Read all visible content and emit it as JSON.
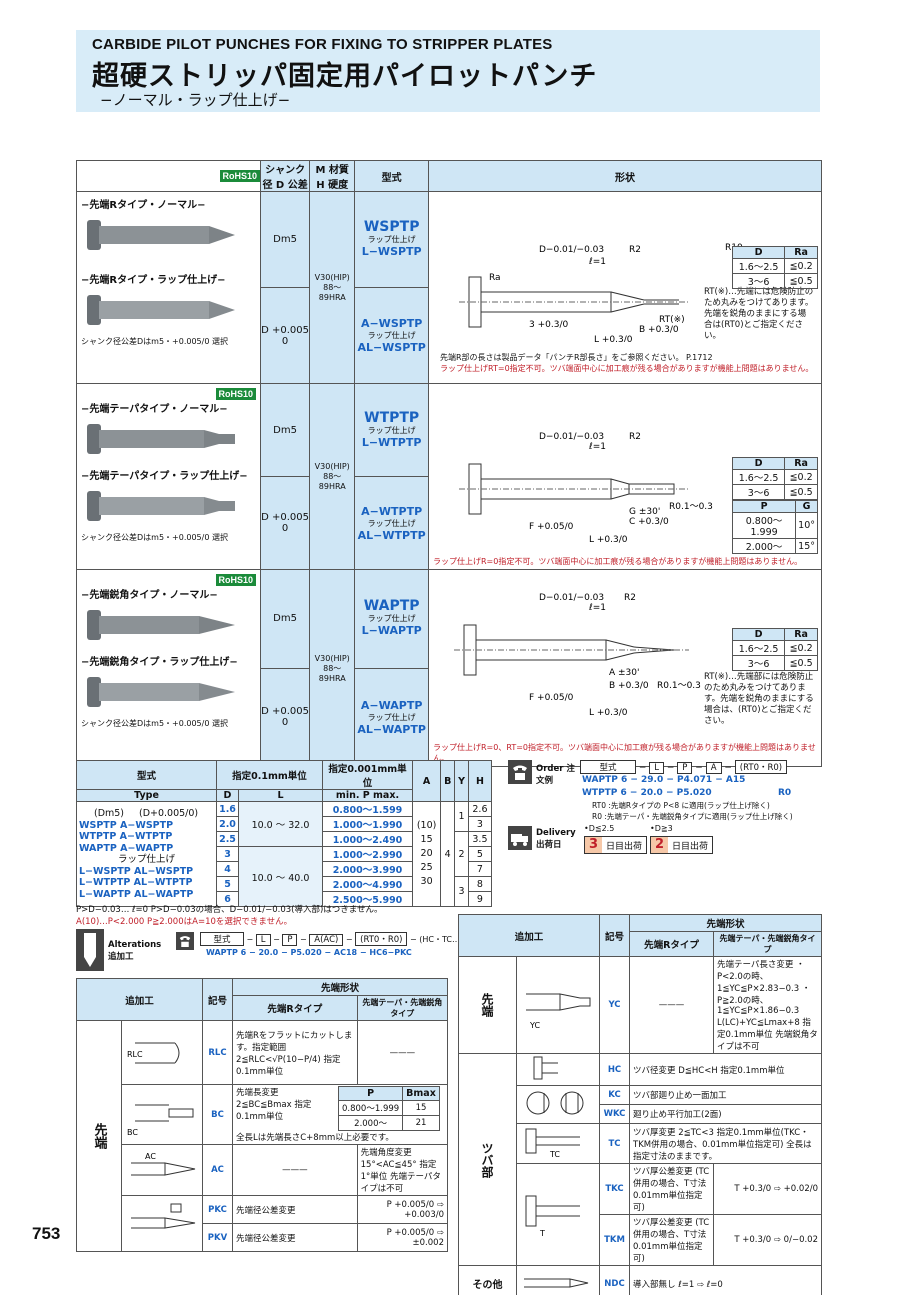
{
  "header": {
    "title_en": "CARBIDE PILOT PUNCHES FOR FIXING TO STRIPPER PLATES",
    "title_jp": "超硬ストリッパ固定用パイロットパンチ",
    "subtitle": "−ノーマル・ラップ仕上げ−"
  },
  "main_table": {
    "headers": {
      "shank": "シャンク径 D 公差",
      "material": "M 材質 H 硬度",
      "type": "型式",
      "shape": "形状"
    },
    "rohs": "RoHS10",
    "material": "V30(HIP) 88〜89HRA",
    "shank_m5": "Dm5",
    "shank_p": "D +0.005 0",
    "lap_label": "ラップ仕上げ",
    "shank_note": "シャンク径公差Dはm5・+0.005/0 選択",
    "rows": [
      {
        "label_normal": "−先端Rタイプ・ノーマル−",
        "label_lap": "−先端Rタイプ・ラップ仕上げ−",
        "code1": "WSPTP",
        "code2": "L−WSPTP",
        "code3": "A−WSPTP",
        "code4": "AL−WSPTP",
        "notes": [
          "先端R部の長さは製品データ「パンチR部長さ」をご参照ください。 P.1712",
          "ラップ仕上げRT=0指定不可。ツバ端面中心に加工痕が残る場合がありますが機能上問題はありません。"
        ],
        "side_note": "RT(※)…先端には危険防止のため丸みをつけてあります。先端を鋭角のままにする場合は(RT0)とご指定ください。"
      },
      {
        "label_normal": "−先端テーパタイプ・ノーマル−",
        "label_lap": "−先端テーパタイプ・ラップ仕上げ−",
        "code1": "WTPTP",
        "code2": "L−WTPTP",
        "code3": "A−WTPTP",
        "code4": "AL−WTPTP",
        "notes": [
          "ラップ仕上げR=0指定不可。ツバ端面中心に加工痕が残る場合がありますが機能上問題はありません。"
        ],
        "side_note": ""
      },
      {
        "label_normal": "−先端鋭角タイプ・ノーマル−",
        "label_lap": "−先端鋭角タイプ・ラップ仕上げ−",
        "code1": "WAPTP",
        "code2": "L−WAPTP",
        "code3": "A−WAPTP",
        "code4": "AL−WAPTP",
        "notes": [
          "ラップ仕上げR=0、RT=0指定不可。ツバ端面中心に加工痕が残る場合がありますが機能上問題はありません。"
        ],
        "side_note": "RT(※)…先端部には危険防止のため丸みをつけてあります。先端を鋭角のままにする場合は、(RT0)とご指定ください。"
      }
    ],
    "dra": {
      "h": [
        "D",
        "Ra"
      ],
      "r": [
        [
          "1.6〜2.5",
          "≦0.2"
        ],
        [
          "3〜6",
          "≦0.5"
        ]
      ]
    },
    "pg": {
      "h": [
        "P",
        "G"
      ],
      "r": [
        [
          "0.800〜1.999",
          "10°"
        ],
        [
          "2.000〜",
          "15°"
        ]
      ]
    }
  },
  "spec": {
    "h1": [
      "型式",
      "指定0.1mm単位",
      "指定0.001mm単位",
      "A",
      "B",
      "Y",
      "H"
    ],
    "h2": [
      "Type",
      "D",
      "L",
      "min. P max."
    ],
    "types": [
      "(Dm5)",
      "(D+0.005/0)",
      "WSPTP A−WSPTP",
      "WTPTP A−WTPTP",
      "WAPTP A−WAPTP",
      "ラップ仕上げ",
      "L−WSPTP AL−WSPTP",
      "L−WTPTP AL−WTPTP",
      "L−WAPTP AL−WAPTP"
    ],
    "D": [
      "1.6",
      "2.0",
      "2.5",
      "3",
      "4",
      "5",
      "6"
    ],
    "L": [
      "10.0 〜 32.0",
      "10.0 〜 40.0"
    ],
    "P": [
      "0.800〜1.599",
      "1.000〜1.990",
      "1.000〜2.490",
      "1.000〜2.990",
      "2.000〜3.990",
      "2.000〜4.990",
      "2.500〜5.990"
    ],
    "A": [
      "(10)",
      "15",
      "20",
      "25",
      "30"
    ],
    "B": "4",
    "Y": [
      "1",
      "2",
      "3"
    ],
    "H": [
      "2.6",
      "3",
      "3.5",
      "5",
      "7",
      "8",
      "9"
    ],
    "notes": [
      "P>D−0.03… ℓ=0 P>D−0.03の場合、D−0.01/−0.03(導入部)はつきません。",
      "A(10)…P<2.000 P≧2.000はA=10を選択できません。"
    ]
  },
  "order": {
    "title": "Order 注文例",
    "cols": [
      "型式",
      "L",
      "P",
      "A",
      "(RT0・R0)"
    ],
    "ex1": "WAPTP 6 − 29.0 − P4.071 − A15",
    "ex2": "WTPTP 6 − 20.0 − P5.020",
    "ex2b": "R0",
    "n1": "RT0 :先端Rタイプの P<8 に適用(ラップ仕上げ除く)",
    "n2": "R0 :先端テーパ・先端鋭角タイプに適用(ラップ仕上げ除く)"
  },
  "delivery": {
    "title": "Delivery 出荷日",
    "c1": "•D≦2.5",
    "c2": "•D≧3",
    "d1": "3",
    "d2": "2",
    "unit": "日目出荷"
  },
  "alter": {
    "title": "Alterations 追加工",
    "cols": [
      "型式",
      "L",
      "P",
      "A(AC)",
      "(RT0・R0)",
      "(HC・TC…etc.)"
    ],
    "ex": "WAPTP 6 − 20.0 − P5.020 − AC18 − HC6−PKC"
  },
  "alt_left": {
    "h": [
      "追加工",
      "記号",
      "先端形状",
      "先端Rタイプ",
      "先端テーパ・先端鋭角タイプ"
    ],
    "group": "先端",
    "rows": [
      {
        "code": "RLC",
        "r": "先端Rをフラットにカットします。指定範囲 2≦RLC<√P(10−P/4) 指定0.1mm単位",
        "t": "———"
      },
      {
        "code": "BC",
        "r": "先端長変更 2≦BC≦Bmax 指定0.1mm単位",
        "r2": "全長Lは先端長さC+8mm以上必要です。",
        "t": ""
      },
      {
        "code": "AC",
        "r": "———",
        "t": "先端角度変更 15°<AC≦45° 指定1°単位 先端テーパタイプは不可"
      },
      {
        "code": "PKC",
        "r": "先端径公差変更",
        "t": "P +0.005/0 ⇨ +0.003/0"
      },
      {
        "code": "PKV",
        "r": "先端径公差変更",
        "t": "P +0.005/0 ⇨ ±0.002"
      }
    ],
    "bmax": {
      "h": [
        "P",
        "Bmax"
      ],
      "r": [
        [
          "0.800〜1.999",
          "15"
        ],
        [
          "2.000〜",
          "21"
        ]
      ]
    }
  },
  "alt_right": {
    "h": [
      "追加工",
      "記号",
      "先端形状",
      "先端Rタイプ",
      "先端テーパ・先端鋭角タイプ"
    ],
    "rows": [
      {
        "group": "先端",
        "code": "YC",
        "r": "———",
        "t": "先端テーパ長さ変更 ・P<2.0の時、1≦YC≦P×2.83−0.3 ・P≧2.0の時、1≦YC≦P×1.86−0.3 L(LC)+YC≦Lmax+8 指定0.1mm単位 先端鋭角タイプは不可"
      },
      {
        "group": "ツバ部",
        "code": "HC",
        "r": "ツバ径変更 D≦HC<H 指定0.1mm単位"
      },
      {
        "group": "ツバ部",
        "code": "KC",
        "r": "ツバ部廻り止め一面加工"
      },
      {
        "group": "ツバ部",
        "code": "WKC",
        "r": "廻り止め平行加工(2面)"
      },
      {
        "group": "ツバ部",
        "code": "TC",
        "r": "ツバ厚変更 2≦TC<3 指定0.1mm単位(TKC・TKM併用の場合、0.01mm単位指定可) 全長は指定寸法のままです。"
      },
      {
        "group": "ツバ部",
        "code": "TKC",
        "r": "ツバ厚公差変更 (TC併用の場合、T寸法0.01mm単位指定可)",
        "t": "T +0.3/0 ⇨ +0.02/0"
      },
      {
        "group": "ツバ部",
        "code": "TKM",
        "r": "ツバ厚公差変更 (TC併用の場合、T寸法0.01mm単位指定可)",
        "t": "T +0.3/0 ⇨ 0/−0.02"
      },
      {
        "group": "その他",
        "code": "NDC",
        "r": "導入部無し ℓ=1 ⇨ ℓ=0"
      }
    ],
    "groups": [
      "先端",
      "ツバ部",
      "その他"
    ]
  },
  "page_number": "753"
}
